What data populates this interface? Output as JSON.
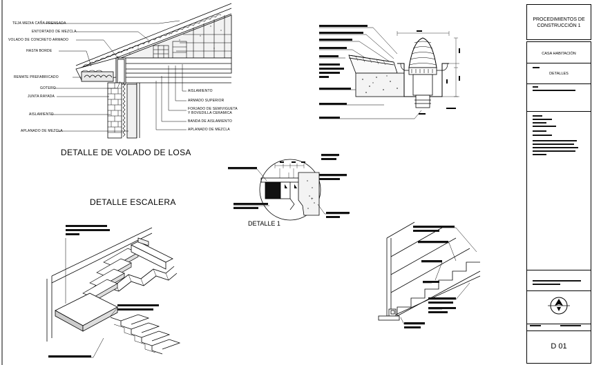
{
  "drawings": {
    "slab_overhang_title": "DETALLE DE VOLADO DE LOSA",
    "stair_title": "DETALLE ESCALERA",
    "detail1_title": "DETALLE 1"
  },
  "slab_labels": {
    "left": [
      "TEJA MEDIA CAÑA PRENSADA",
      "ENTORTADO DE MEZCLA",
      "VOLADO DE CONCRETO ARMADO",
      "HASTA BORDE",
      "REMATE PREFABRICADO",
      "GOTERO",
      "JUNTA RAYADA",
      "AISLAMIENTO",
      "APLANADO DE MEZCLA"
    ],
    "right": [
      "AISLAMIENTO",
      "ARMADO SUPERIOR",
      "FORJADO DE SEMIVIGUETA",
      "Y BOVEDILLA CERAMICA",
      "BANDA DE AISLAMIENTO",
      "APLANADO DE MEZCLA"
    ]
  },
  "title_block": {
    "header": "PROCEDIMIENTOS DE CONSTRUCCIÓN 1",
    "header_line1": "PROCEDIMIENTOS DE",
    "header_line2": "CONSTRUCCIÓN 1",
    "project": "CASA HABITACIÓN",
    "sheet_content": "DETALLES",
    "sheet_number": "D 01",
    "north_icon": "north-arrow-icon"
  }
}
